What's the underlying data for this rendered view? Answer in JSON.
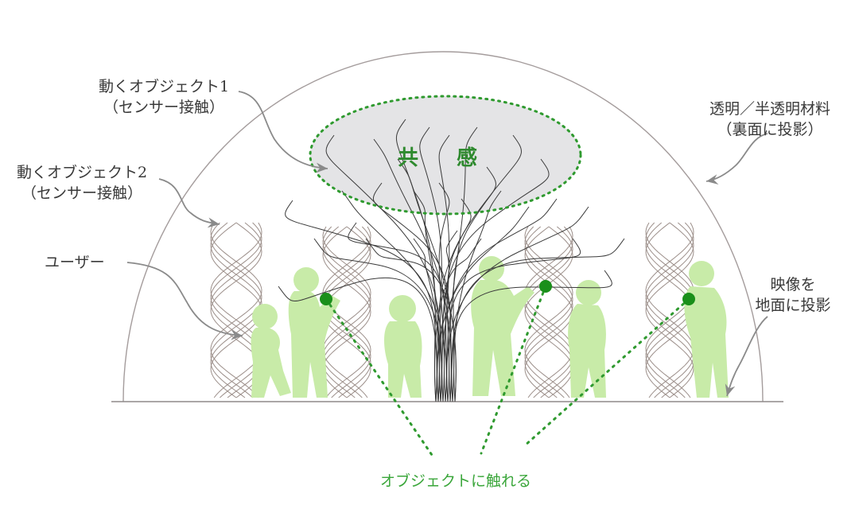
{
  "labels": {
    "object1": {
      "line1": "動くオブジェクト1",
      "line2": "（センサー接触）"
    },
    "object2": {
      "line1": "動くオブジェクト2",
      "line2": "（センサー接触）"
    },
    "user": "ユーザー",
    "material": {
      "line1": "透明／半透明材料",
      "line2": "（裏面に投影）"
    },
    "projection": {
      "line1": "映像を",
      "line2": "地面に投影"
    }
  },
  "center_text": {
    "char1": "共",
    "char2": "感"
  },
  "caption": "オブジェクトに触れる",
  "colors": {
    "dome_line": "#a49c9c",
    "ground_line": "#8f8a8a",
    "ellipse_fill": "#e4e4e6",
    "dotted_green": "#2f9a2f",
    "silhouette": "#c8eba8",
    "sensor_dot": "#1a8f1a",
    "strand": "#3a3a3a",
    "lattice": "#9c8f8a",
    "arrow": "#8a8a8a",
    "label_text": "#3a3a3a",
    "caption_text": "#3aa63a"
  }
}
